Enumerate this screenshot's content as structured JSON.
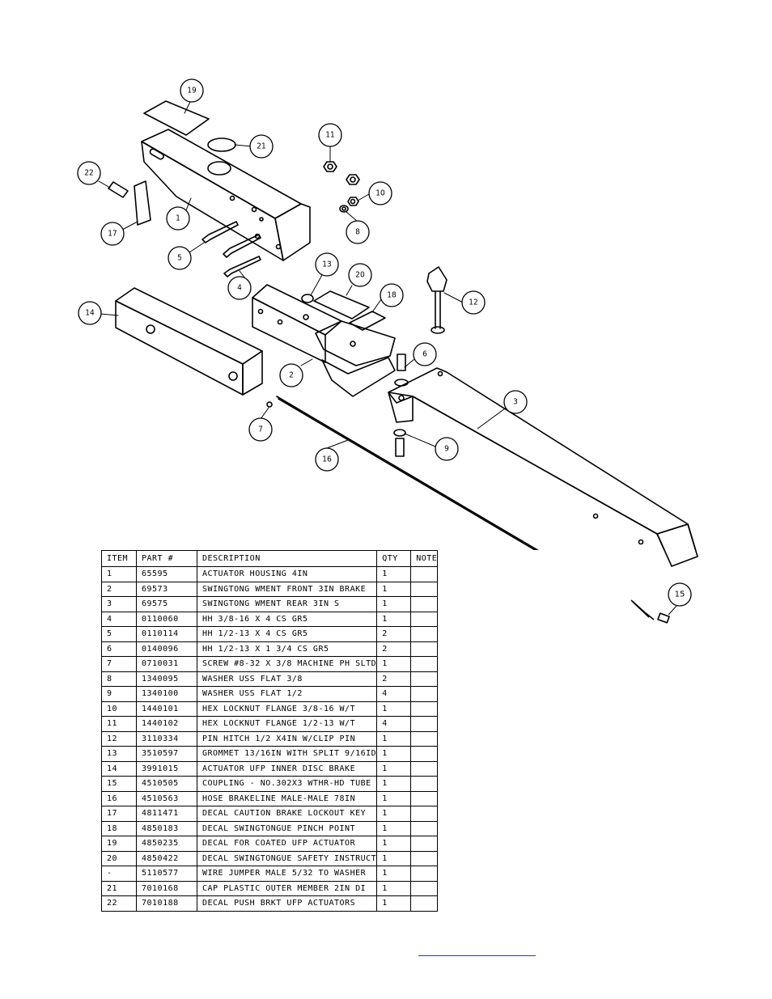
{
  "callouts": [
    "19",
    "21",
    "11",
    "22",
    "10",
    "17",
    "1",
    "8",
    "5",
    "13",
    "20",
    "4",
    "18",
    "12",
    "14",
    "6",
    "2",
    "3",
    "7",
    "9",
    "16",
    "15"
  ],
  "table": {
    "headers": [
      "ITEM",
      "PART #",
      "DESCRIPTION",
      "QTY",
      "NOTE"
    ],
    "rows": [
      {
        "item": "1",
        "part": "65595",
        "desc": "ACTUATOR HOUSING 4IN",
        "qty": "1",
        "note": ""
      },
      {
        "item": "2",
        "part": "69573",
        "desc": "SWINGTONG WMENT FRONT 3IN BRAKE",
        "qty": "1",
        "note": ""
      },
      {
        "item": "3",
        "part": "69575",
        "desc": "SWINGTONG WMENT REAR 3IN S",
        "qty": "1",
        "note": ""
      },
      {
        "item": "4",
        "part": "0110060",
        "desc": "HH 3/8-16 X 4 CS GR5",
        "qty": "1",
        "note": ""
      },
      {
        "item": "5",
        "part": "0110114",
        "desc": "HH 1/2-13 X 4 CS GR5",
        "qty": "2",
        "note": ""
      },
      {
        "item": "6",
        "part": "0140096",
        "desc": "HH 1/2-13 X 1 3/4 CS GR5",
        "qty": "2",
        "note": ""
      },
      {
        "item": "7",
        "part": "0710031",
        "desc": "SCREW #8-32 X 3/8 MACHINE PH SLTD",
        "qty": "1",
        "note": ""
      },
      {
        "item": "8",
        "part": "1340095",
        "desc": "WASHER USS FLAT 3/8",
        "qty": "2",
        "note": ""
      },
      {
        "item": "9",
        "part": "1340100",
        "desc": "WASHER USS FLAT 1/2",
        "qty": "4",
        "note": ""
      },
      {
        "item": "10",
        "part": "1440101",
        "desc": "HEX LOCKNUT FLANGE 3/8-16 W/T",
        "qty": "1",
        "note": ""
      },
      {
        "item": "11",
        "part": "1440102",
        "desc": "HEX LOCKNUT FLANGE 1/2-13 W/T",
        "qty": "4",
        "note": ""
      },
      {
        "item": "12",
        "part": "3110334",
        "desc": "PIN HITCH 1/2 X4IN W/CLIP PIN",
        "qty": "1",
        "note": ""
      },
      {
        "item": "13",
        "part": "3510597",
        "desc": "GROMMET 13/16IN  WITH SPLIT 9/16ID",
        "qty": "1",
        "note": ""
      },
      {
        "item": "14",
        "part": "3991015",
        "desc": "ACTUATOR UFP INNER  DISC BRAKE",
        "qty": "1",
        "note": ""
      },
      {
        "item": "15",
        "part": "4510505",
        "desc": "COUPLING - NO.302X3 WTHR-HD TUBE",
        "qty": "1",
        "note": ""
      },
      {
        "item": "16",
        "part": "4510563",
        "desc": "HOSE BRAKELINE MALE-MALE 78IN",
        "qty": "1",
        "note": ""
      },
      {
        "item": "17",
        "part": "4811471",
        "desc": "DECAL CAUTION BRAKE LOCKOUT KEY",
        "qty": "1",
        "note": ""
      },
      {
        "item": "18",
        "part": "4850183",
        "desc": "DECAL SWINGTONGUE PINCH POINT",
        "qty": "1",
        "note": ""
      },
      {
        "item": "19",
        "part": "4850235",
        "desc": "DECAL FOR COATED UFP ACTUATOR",
        "qty": "1",
        "note": ""
      },
      {
        "item": "20",
        "part": "4850422",
        "desc": "DECAL SWINGTONGUE SAFETY INSTRUCT",
        "qty": "1",
        "note": ""
      },
      {
        "item": "-",
        "part": "5110577",
        "desc": "WIRE JUMPER MALE 5/32 TO WASHER",
        "qty": "1",
        "note": ""
      },
      {
        "item": "21",
        "part": "7010168",
        "desc": "CAP  PLASTIC OUTER MEMBER 2IN DI",
        "qty": "1",
        "note": ""
      },
      {
        "item": "22",
        "part": "7010188",
        "desc": "DECAL PUSH BRKT UFP ACTUATORS",
        "qty": "1",
        "note": ""
      }
    ]
  }
}
